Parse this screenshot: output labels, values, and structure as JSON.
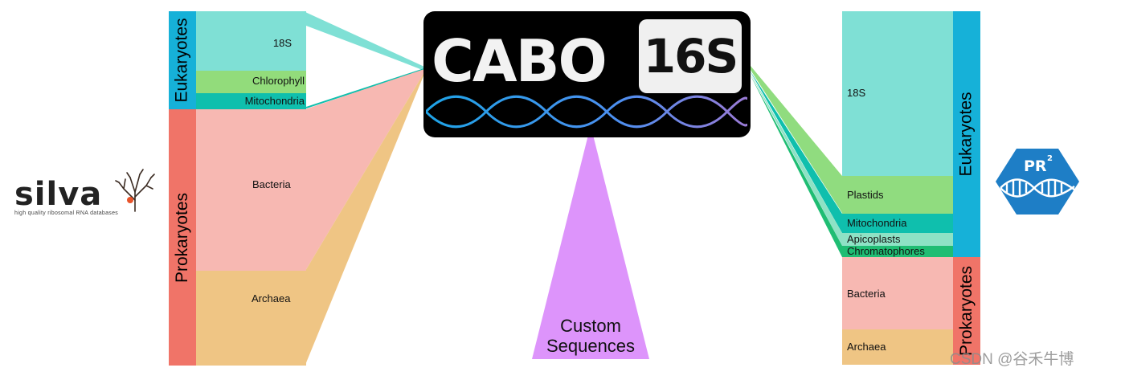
{
  "colors": {
    "eukaryote_band": "#16b1d8",
    "prokaryote_band": "#f07468",
    "s18": "#7fe0d5",
    "chlorophyll": "#92dc7b",
    "mitochondria": "#0fbfad",
    "bacteria": "#f7b8b2",
    "archaea": "#efc584",
    "plastids": "#90dc7f",
    "apicoplasts": "#8ee2c5",
    "chromatophores": "#1fbd73",
    "custom": "#dd94fb",
    "cabo_bg": "#000000",
    "pr2_hex": "#1e7ec6"
  },
  "silva": {
    "logo_word": "silva",
    "tagline": "high quality ribosomal RNA databases",
    "icon": "tree-icon",
    "domains": [
      {
        "label": "Eukaryotes",
        "segments": [
          {
            "label": "18S",
            "color_key": "s18"
          },
          {
            "label": "Chlorophyll",
            "color_key": "chlorophyll"
          },
          {
            "label": "Mitochondria",
            "color_key": "mitochondria"
          }
        ]
      },
      {
        "label": "Prokaryotes",
        "segments": [
          {
            "label": "Bacteria",
            "color_key": "bacteria"
          },
          {
            "label": "Archaea",
            "color_key": "archaea"
          }
        ]
      }
    ]
  },
  "cabo": {
    "word": "CABO",
    "badge": "16S",
    "icon": "dna-helix-icon"
  },
  "custom": {
    "line1": "Custom",
    "line2": "Sequences"
  },
  "pr2": {
    "logo_word": "PR",
    "logo_sup": "2",
    "icon": "dna-helix-icon",
    "domains": [
      {
        "label": "Eukaryotes",
        "segments": [
          {
            "label": "18S",
            "color_key": "s18"
          },
          {
            "label": "Plastids",
            "color_key": "plastids"
          },
          {
            "label": "Mitochondria",
            "color_key": "mitochondria"
          },
          {
            "label": "Apicoplasts",
            "color_key": "apicoplasts"
          },
          {
            "label": "Chromatophores",
            "color_key": "chromatophores"
          }
        ]
      },
      {
        "label": "Prokaryotes",
        "segments": [
          {
            "label": "Bacteria",
            "color_key": "bacteria"
          },
          {
            "label": "Archaea",
            "color_key": "archaea"
          }
        ]
      }
    ]
  },
  "watermark": "CSDN @谷禾牛博"
}
